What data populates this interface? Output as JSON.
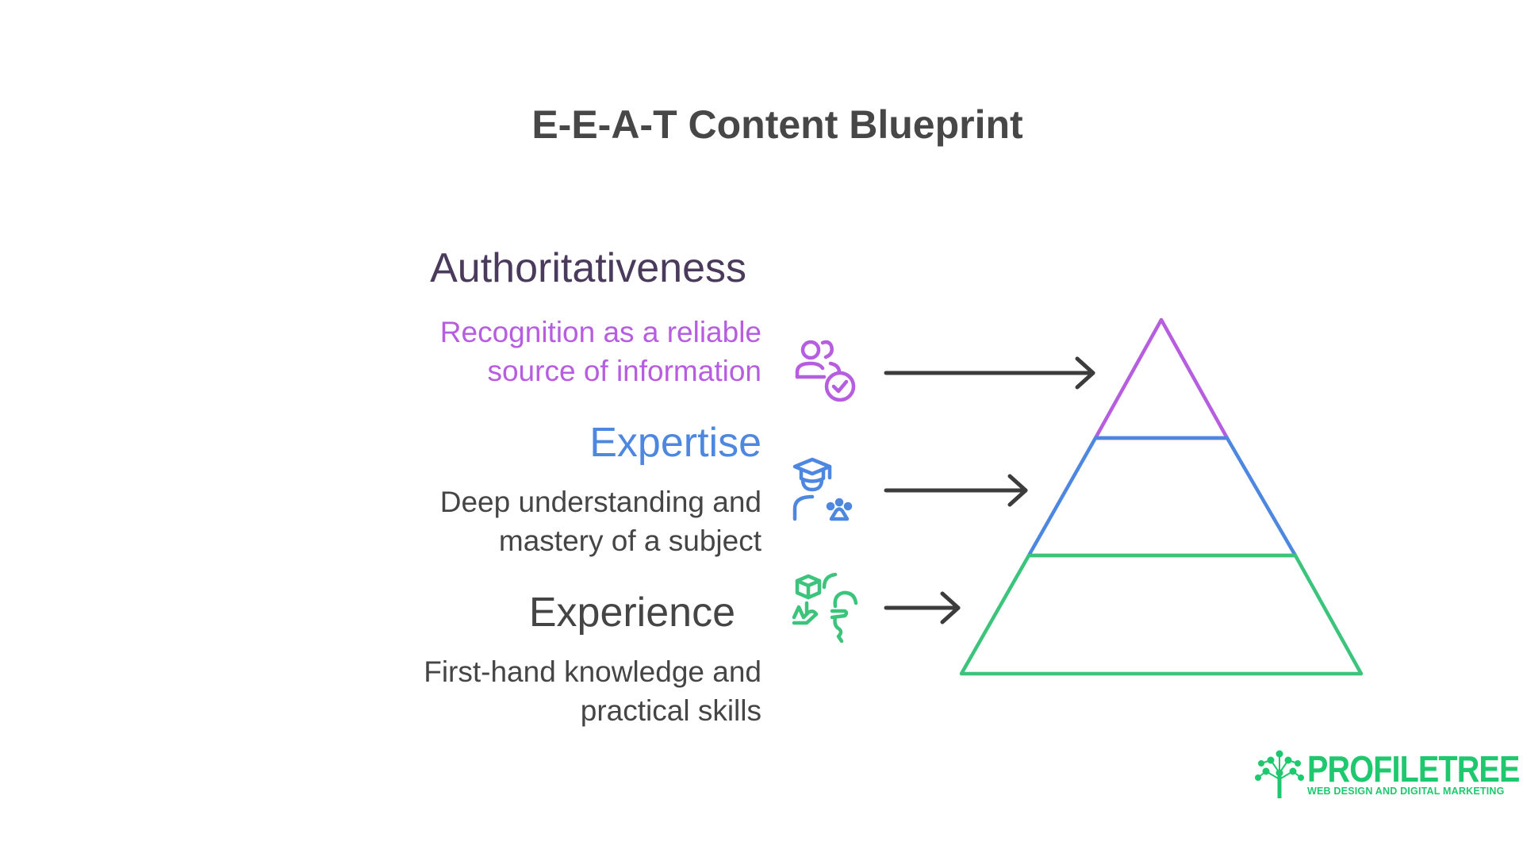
{
  "title": "E-E-A-T Content Blueprint",
  "levels": [
    {
      "heading": "Authoritativeness",
      "description_lines": [
        "Recognition as a reliable",
        "source of information"
      ],
      "icon": "users-check-icon",
      "color": "#b65de0"
    },
    {
      "heading": "Expertise",
      "description_lines": [
        "Deep understanding and",
        "mastery of a subject"
      ],
      "icon": "graduate-paw-icon",
      "color": "#4d87e0"
    },
    {
      "heading": "Experience",
      "description_lines": [
        "First-hand knowledge and",
        "practical skills"
      ],
      "icon": "hand-cube-idea-icon",
      "color": "#3cc47c"
    }
  ],
  "logo": {
    "name": "PROFILETREE",
    "tagline": "WEB DESIGN AND DIGITAL MARKETING",
    "color": "#1ec86e"
  }
}
